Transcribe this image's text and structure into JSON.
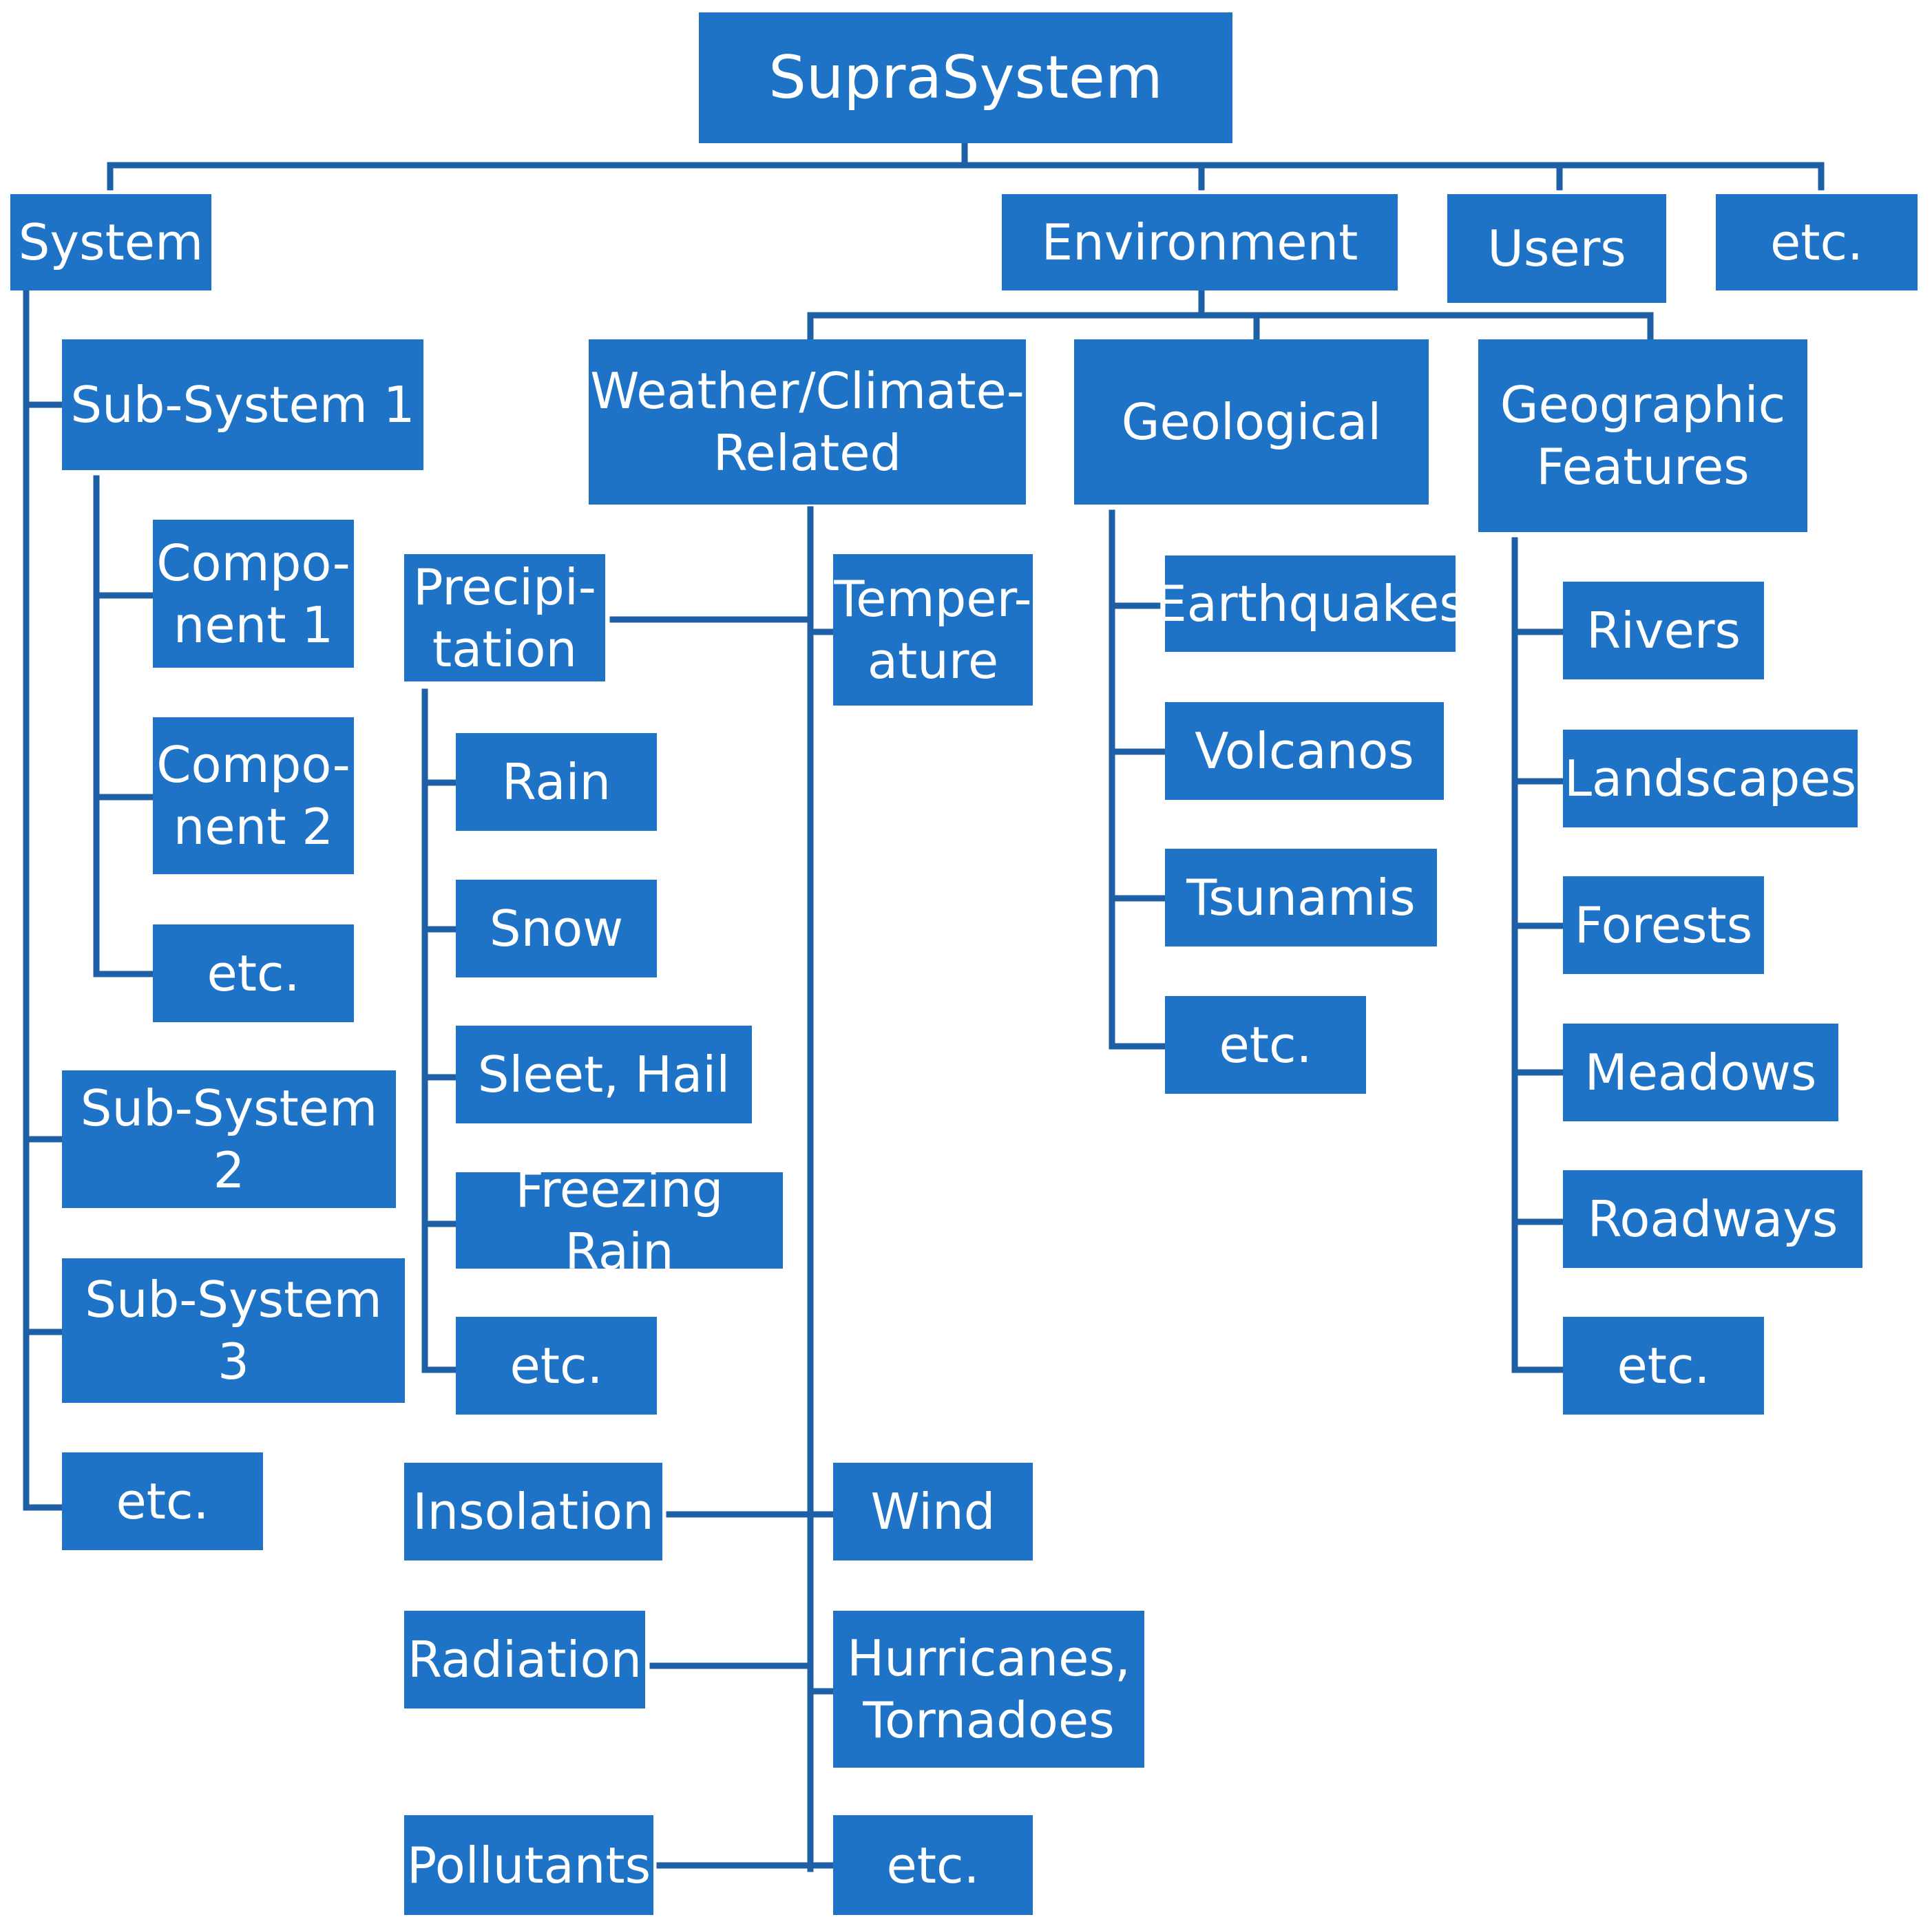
{
  "colors": {
    "node_fill": "#1f73c6",
    "connector": "#1f5fa6",
    "node_text": "#ffffff",
    "background": "#ffffff"
  },
  "root": "SupraSystem",
  "level1": {
    "system": "System",
    "environment": "Environment",
    "users": "Users",
    "etc": "etc."
  },
  "system": {
    "subsystem1": "Sub-System 1",
    "component1": "Compo-\nnent 1",
    "component2": "Compo-\nnent 2",
    "components_etc": "etc.",
    "subsystem2": "Sub-System 2",
    "subsystem3": "Sub-System 3",
    "etc": "etc."
  },
  "environment": {
    "weather": "Weather/Climate-\nRelated",
    "geological": "Geological",
    "geographic": "Geographic\nFeatures"
  },
  "weather": {
    "precipitation": "Precipi-\ntation",
    "temperature": "Temper-\nature",
    "insolation": "Insolation",
    "wind": "Wind",
    "radiation": "Radiation",
    "hurricanes": "Hurricanes,\nTornadoes",
    "pollutants": "Pollutants",
    "etc": "etc."
  },
  "precipitation": {
    "rain": "Rain",
    "snow": "Snow",
    "sleet_hail": "Sleet, Hail",
    "freezing_rain": "Freezing Rain",
    "etc": "etc."
  },
  "geological": {
    "earthquakes": "Earthquakes",
    "volcanos": "Volcanos",
    "tsunamis": "Tsunamis",
    "etc": "etc."
  },
  "geographic": {
    "rivers": "Rivers",
    "landscapes": "Landscapes",
    "forests": "Forests",
    "meadows": "Meadows",
    "roadways": "Roadways",
    "etc": "etc."
  }
}
